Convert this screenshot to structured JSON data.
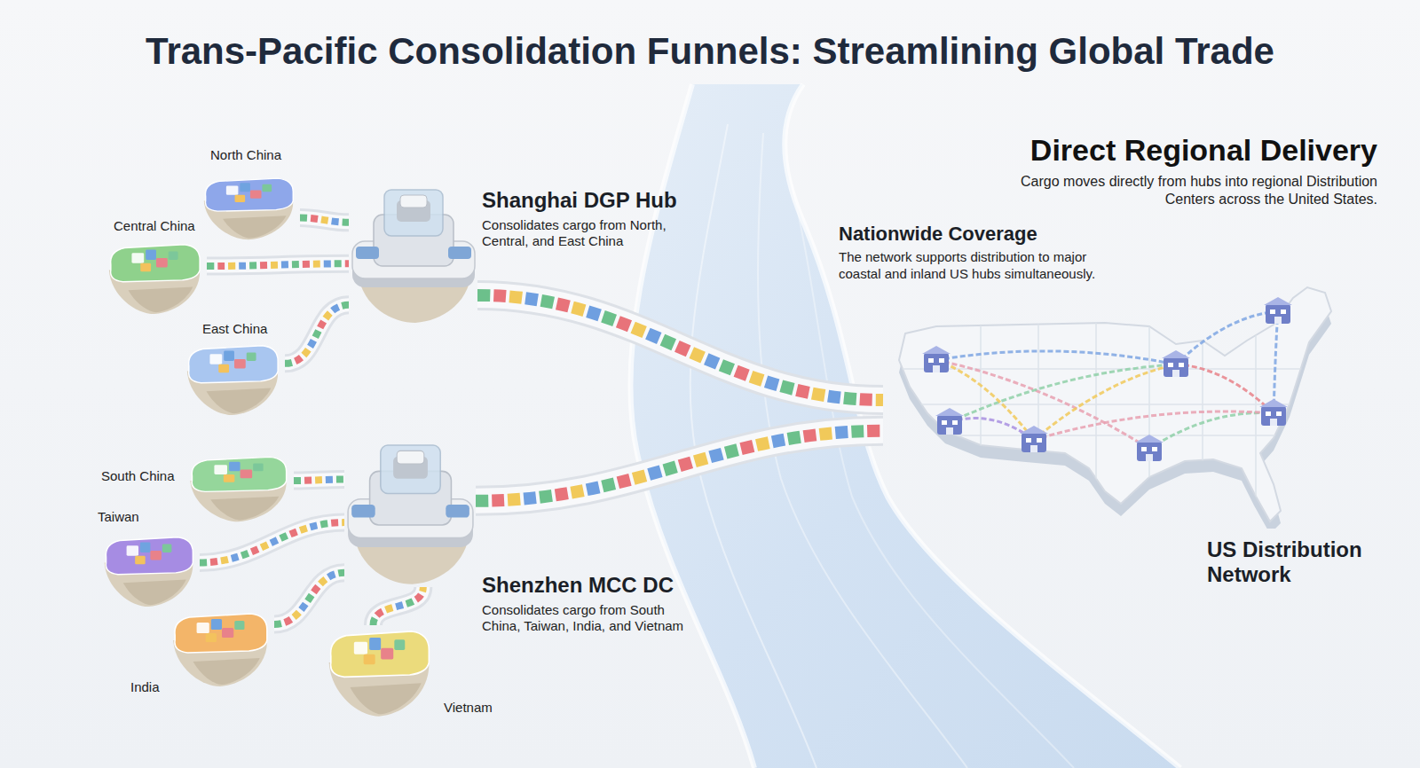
{
  "diagram": {
    "title": "Trans-Pacific Consolidation Funnels: Streamlining Global Trade",
    "nodes": [
      {
        "text": [
          "North China"
        ]
      },
      {
        "text": [
          "Central China"
        ]
      },
      {
        "text": [
          "East China"
        ]
      },
      {
        "text": [
          "Shanghai DGP Hub",
          "Consolidates cargo from North, Central, and East China"
        ]
      },
      {
        "text": [
          "South China"
        ]
      },
      {
        "text": [
          "Taiwan"
        ]
      },
      {
        "text": [
          "India"
        ]
      },
      {
        "text": [
          "Vietnam"
        ]
      },
      {
        "text": [
          "Shenzhen MCC DC",
          "Consolidates cargo from South China, Taiwan, India, and Vietnam"
        ]
      },
      {
        "text": [
          "US Distribution Network"
        ]
      }
    ],
    "edges": [
      {
        "from": 0,
        "to": 3,
        "arrow": "none"
      },
      {
        "from": 1,
        "to": 3,
        "arrow": "none"
      },
      {
        "from": 2,
        "to": 3,
        "arrow": "none"
      },
      {
        "from": 4,
        "to": 8,
        "arrow": "none"
      },
      {
        "from": 5,
        "to": 8,
        "arrow": "none"
      },
      {
        "from": 6,
        "to": 8,
        "arrow": "none"
      },
      {
        "from": 7,
        "to": 8,
        "arrow": "none"
      },
      {
        "from": 3,
        "to": 9,
        "arrow": "none"
      },
      {
        "from": 8,
        "to": 9,
        "arrow": "none"
      }
    ],
    "labels": [
      "Direct Regional Delivery",
      "Cargo moves directly from hubs into regional Distribution Centers across the United States.",
      "Nationwide Coverage",
      "The network supports distribution to major coastal and inland US hubs simultaneously."
    ]
  }
}
